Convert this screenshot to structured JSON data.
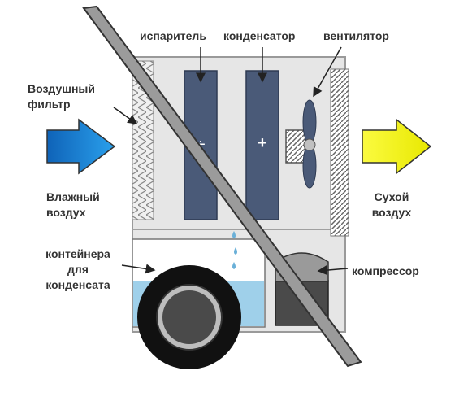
{
  "labels": {
    "air_filter": {
      "line1": "Воздушный",
      "line2": "фильтр"
    },
    "evaporator": "испаритель",
    "condenser": "конденсатор",
    "fan": "вентилятор",
    "humid_air": {
      "line1": "Влажный",
      "line2": "воздух"
    },
    "dry_air": {
      "line1": "Сухой",
      "line2": "воздух"
    },
    "container": {
      "line1": "контейнера",
      "line2": "для",
      "line3": "конденсата"
    },
    "compressor": "компрессор"
  },
  "symbols": {
    "evaporator_sign": "÷",
    "condenser_sign": "+"
  },
  "colors": {
    "inlet_arrow": "#1a86d9",
    "outlet_arrow": "#f2f200",
    "coil": "#4a5a78",
    "water": "#9fd0ea",
    "compressor": "#4a4a4a",
    "housing": "#e6e6e6"
  }
}
